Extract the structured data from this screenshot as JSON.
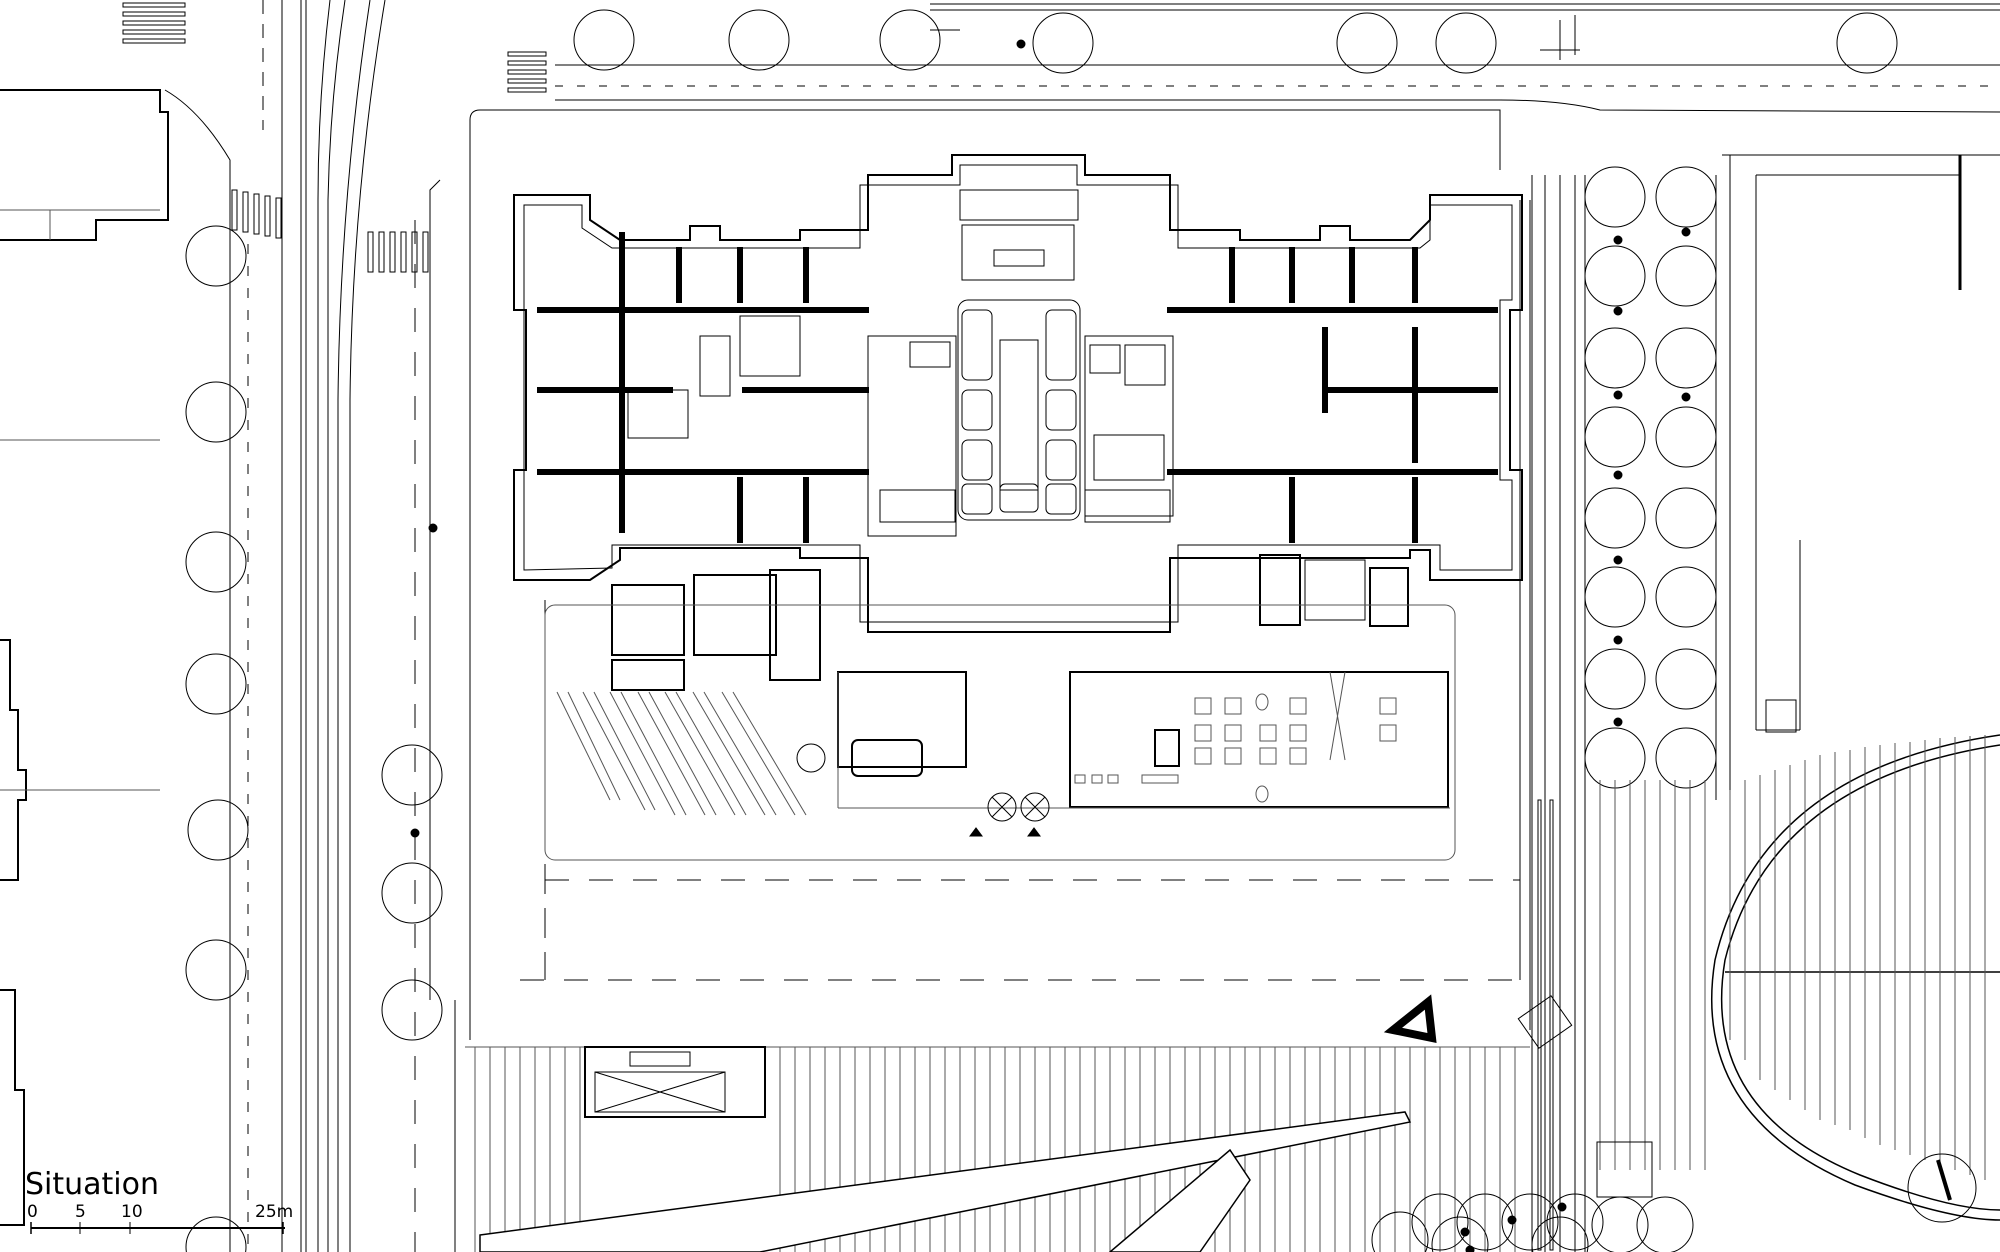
{
  "caption": {
    "title": "Situation",
    "scale_ticks": [
      "0",
      "5",
      "10",
      "25m"
    ]
  },
  "colors": {
    "line": "#000000",
    "light_line": "#555555",
    "background": "#ffffff"
  }
}
